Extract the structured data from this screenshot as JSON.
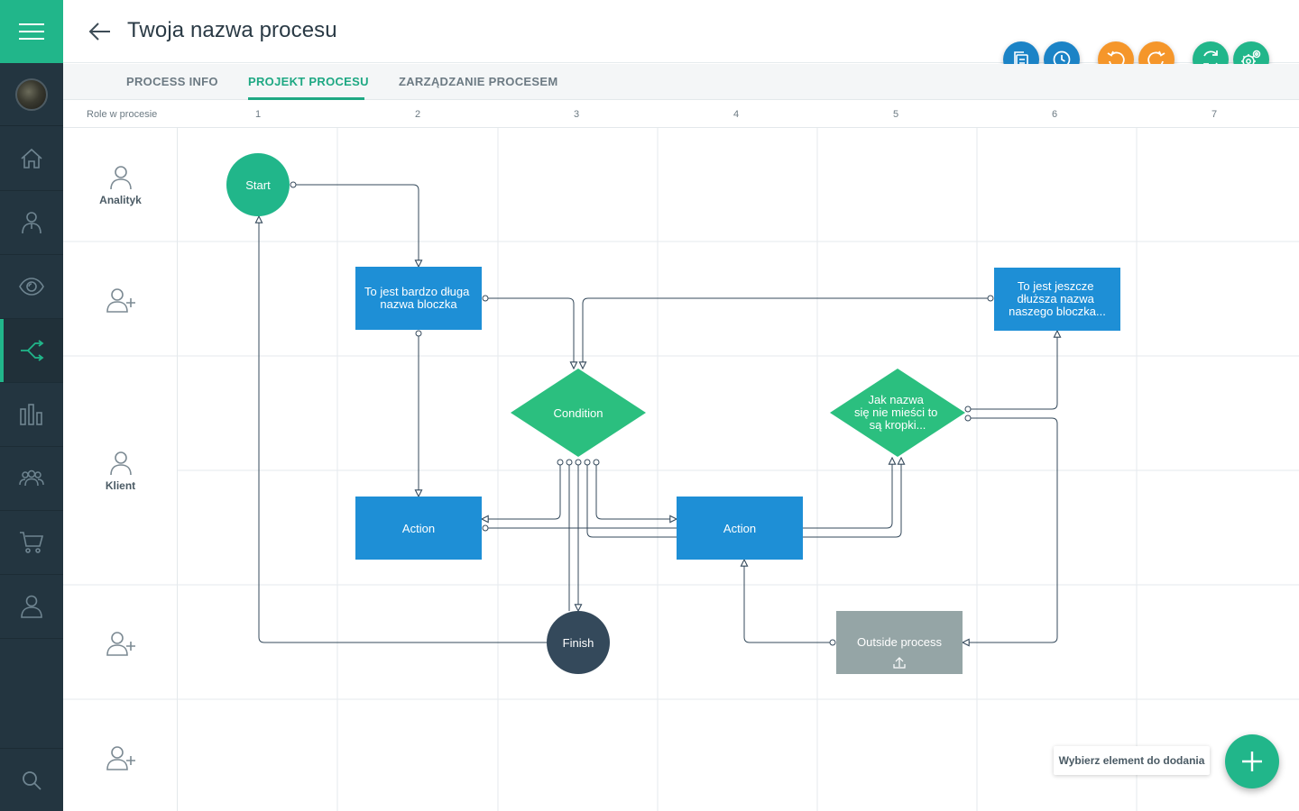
{
  "header": {
    "title": "Twoja nazwa procesu"
  },
  "tabs": [
    {
      "label": "PROCESS INFO"
    },
    {
      "label": "PROJEKT PROCESU"
    },
    {
      "label": "ZARZĄDZANIE PROCESEM"
    }
  ],
  "columns": {
    "label": "Role w procesie",
    "numbers": [
      "1",
      "2",
      "3",
      "4",
      "5",
      "6",
      "7"
    ]
  },
  "roles": [
    {
      "name": "Analityk"
    },
    {
      "name": "Klient"
    }
  ],
  "nodes": {
    "start": "Start",
    "block_long_1": "To jest bardzo długa",
    "block_long_2": "nazwa bloczka",
    "block_longer_1": "To jest jeszcze",
    "block_longer_2": "dłuższa nazwa",
    "block_longer_3": "naszego bloczka...",
    "condition": "Condition",
    "cond2_1": "Jak nazwa",
    "cond2_2": "się nie mieści to",
    "cond2_3": "są kropki...",
    "action_left": "Action",
    "action_right": "Action",
    "outside": "Outside process",
    "finish": "Finish"
  },
  "add_element": {
    "tooltip": "Wybierz element do dodania"
  },
  "colors": {
    "sidebar": "#233540",
    "accent_green": "#21b68a",
    "action_blue": "#1e8fd6",
    "finish_dark": "#34495b",
    "outside_gray": "#95a5a6",
    "tool_blue": "#1b83c6",
    "tool_orange": "#f5962a"
  },
  "icons": {
    "sidebar": [
      "home-icon",
      "user-icon",
      "eye-icon",
      "process-icon",
      "chart-icon",
      "group-icon",
      "cart-icon",
      "profile-icon",
      "search-icon"
    ],
    "tools": [
      "copy-icon",
      "clock-icon",
      "undo-icon",
      "redo-icon",
      "sync-icon",
      "settings-icon"
    ]
  }
}
